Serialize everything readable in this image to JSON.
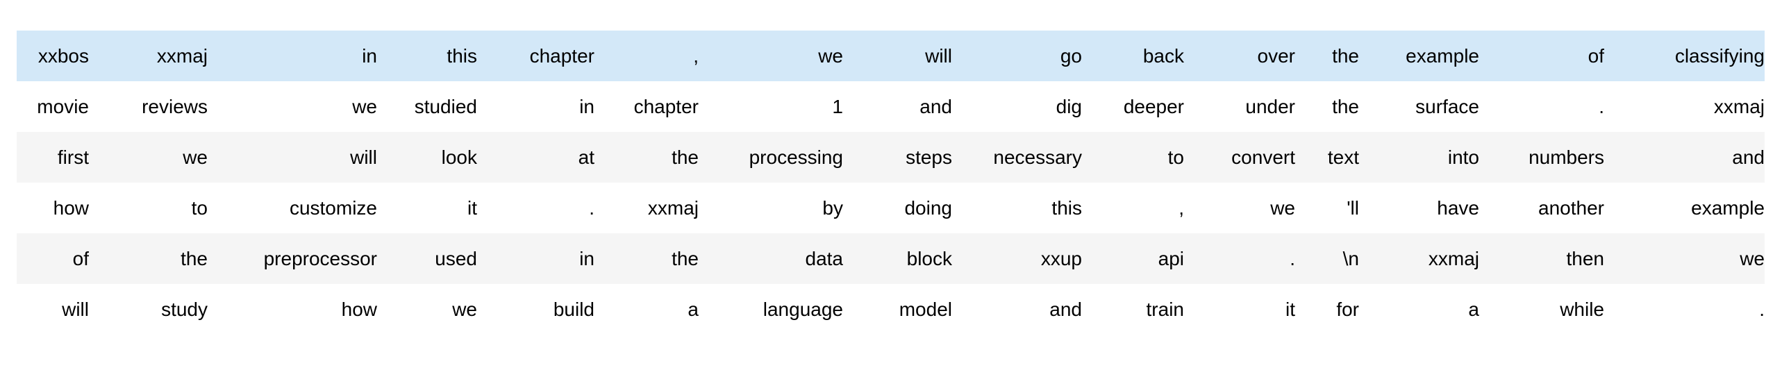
{
  "table": {
    "colors": {
      "highlight_row": "#d3e8f8",
      "stripe_row": "#f5f5f5",
      "text": "#000000",
      "background": "#ffffff"
    },
    "rows": [
      {
        "highlight": true,
        "cells": [
          "xxbos",
          "xxmaj",
          "in",
          "this",
          "chapter",
          ",",
          "we",
          "will",
          "go",
          "back",
          "over",
          "the",
          "example",
          "of",
          "classifying"
        ]
      },
      {
        "highlight": false,
        "cells": [
          "movie",
          "reviews",
          "we",
          "studied",
          "in",
          "chapter",
          "1",
          "and",
          "dig",
          "deeper",
          "under",
          "the",
          "surface",
          ".",
          "xxmaj"
        ]
      },
      {
        "highlight": false,
        "cells": [
          "first",
          "we",
          "will",
          "look",
          "at",
          "the",
          "processing",
          "steps",
          "necessary",
          "to",
          "convert",
          "text",
          "into",
          "numbers",
          "and"
        ]
      },
      {
        "highlight": false,
        "cells": [
          "how",
          "to",
          "customize",
          "it",
          ".",
          "xxmaj",
          "by",
          "doing",
          "this",
          ",",
          "we",
          "'ll",
          "have",
          "another",
          "example"
        ]
      },
      {
        "highlight": false,
        "cells": [
          "of",
          "the",
          "preprocessor",
          "used",
          "in",
          "the",
          "data",
          "block",
          "xxup",
          "api",
          ".",
          "\\n",
          "xxmaj",
          "then",
          "we"
        ]
      },
      {
        "highlight": false,
        "cells": [
          "will",
          "study",
          "how",
          "we",
          "build",
          "a",
          "language",
          "model",
          "and",
          "train",
          "it",
          "for",
          "a",
          "while",
          "."
        ]
      }
    ]
  }
}
